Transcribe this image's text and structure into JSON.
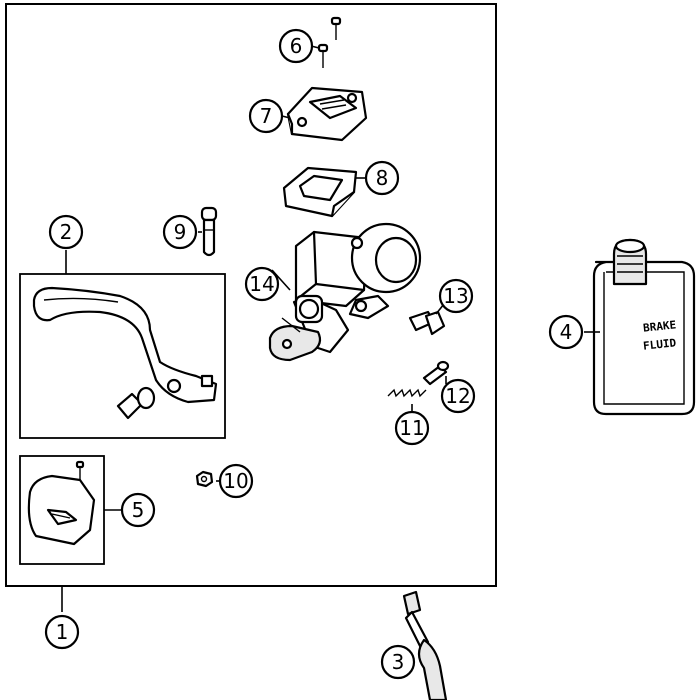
{
  "diagram": {
    "callouts": [
      {
        "id": "c1",
        "number": "1"
      },
      {
        "id": "c2",
        "number": "2"
      },
      {
        "id": "c3",
        "number": "3"
      },
      {
        "id": "c4",
        "number": "4"
      },
      {
        "id": "c5",
        "number": "5"
      },
      {
        "id": "c6",
        "number": "6"
      },
      {
        "id": "c7",
        "number": "7"
      },
      {
        "id": "c8",
        "number": "8"
      },
      {
        "id": "c9",
        "number": "9"
      },
      {
        "id": "c10",
        "number": "10"
      },
      {
        "id": "c11",
        "number": "11"
      },
      {
        "id": "c12",
        "number": "12"
      },
      {
        "id": "c13",
        "number": "13"
      },
      {
        "id": "c14",
        "number": "14"
      }
    ],
    "bottle_label": {
      "line1": "BRAKE",
      "line2": "FLUID"
    }
  }
}
